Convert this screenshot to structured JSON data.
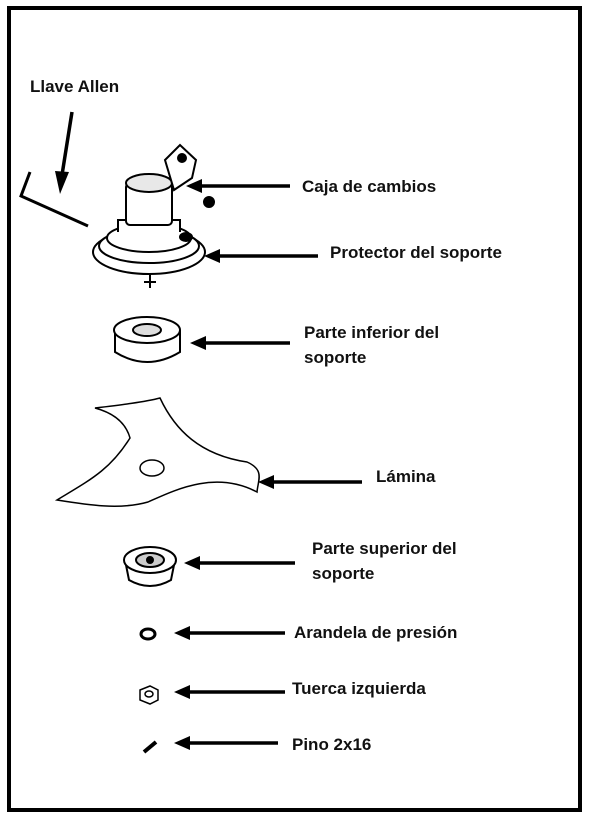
{
  "labels": {
    "llave_allen": "Llave Allen",
    "caja_de_cambios": "Caja de cambios",
    "protector_soporte": "Protector del soporte",
    "parte_inferior_line1": "Parte inferior del",
    "parte_inferior_line2": "soporte",
    "lamina": "Lámina",
    "parte_superior_line1": "Parte superior del",
    "parte_superior_line2": "soporte",
    "arandela": "Arandela de presión",
    "tuerca": "Tuerca izquierda",
    "pino": "Pino 2x16"
  }
}
